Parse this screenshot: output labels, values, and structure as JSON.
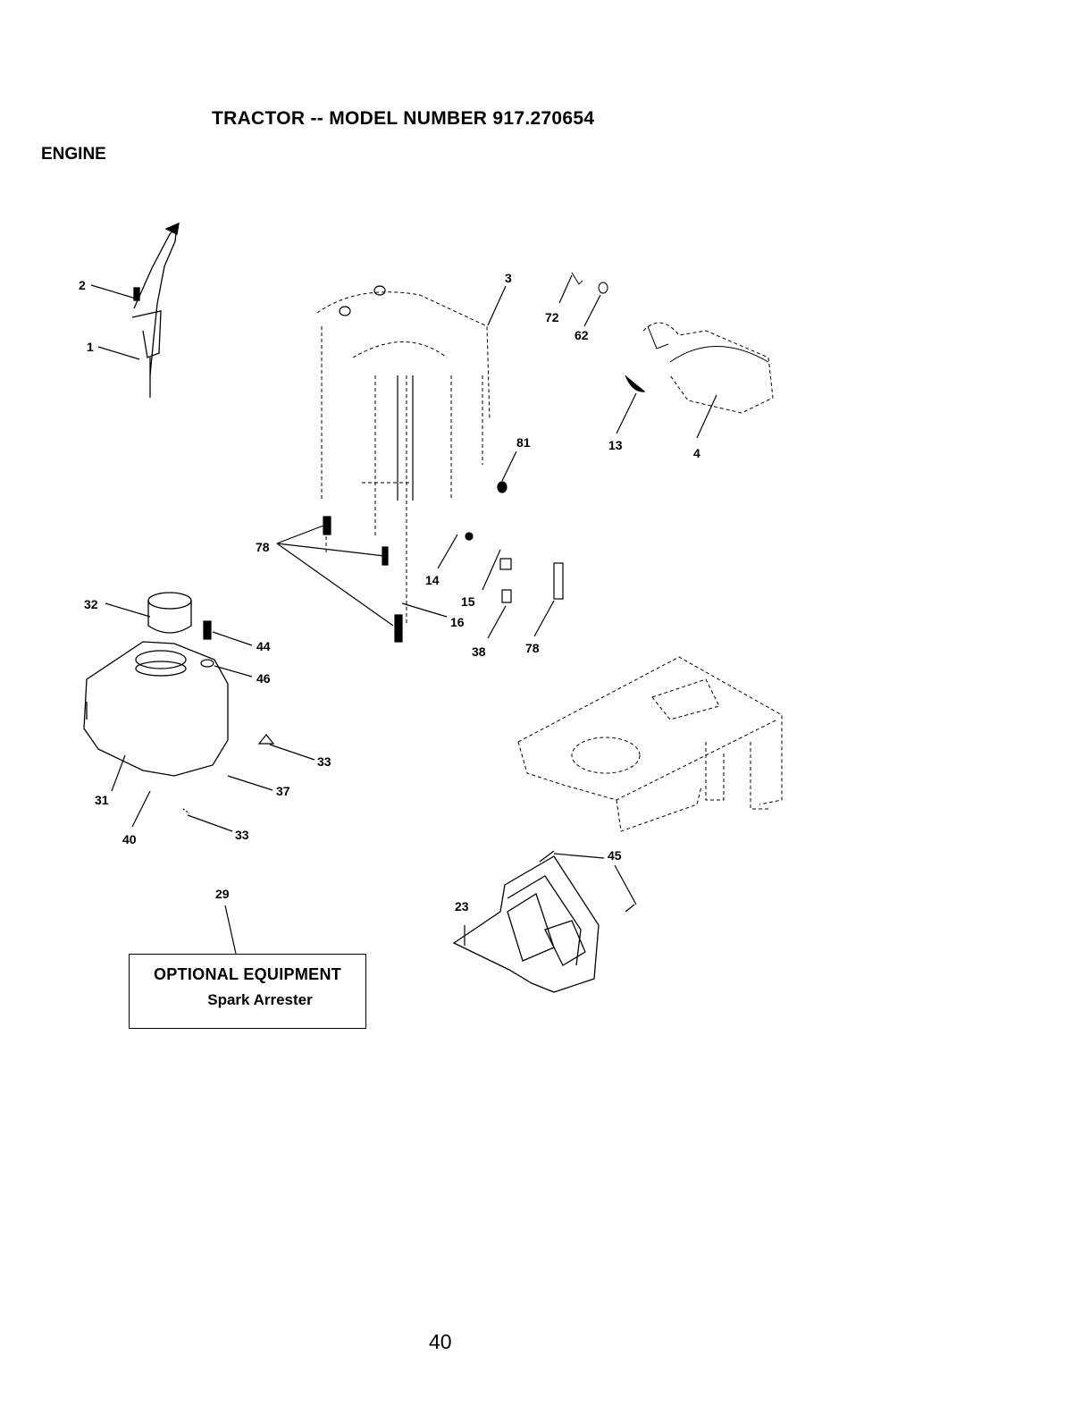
{
  "header": {
    "title": "TRACTOR -- MODEL NUMBER 917.270654",
    "section": "ENGINE"
  },
  "callouts": {
    "c1": "1",
    "c2": "2",
    "c3": "3",
    "c4": "4",
    "c13": "13",
    "c14": "14",
    "c15": "15",
    "c16": "16",
    "c23": "23",
    "c29": "29",
    "c31": "31",
    "c32": "32",
    "c33a": "33",
    "c33b": "33",
    "c37": "37",
    "c38": "38",
    "c40": "40",
    "c44": "44",
    "c45": "45",
    "c46": "46",
    "c62": "62",
    "c72": "72",
    "c78a": "78",
    "c78b": "78",
    "c81": "81"
  },
  "optional_box": {
    "title": "OPTIONAL EQUIPMENT",
    "item": "Spark Arrester"
  },
  "footer": {
    "page_number": "40"
  }
}
